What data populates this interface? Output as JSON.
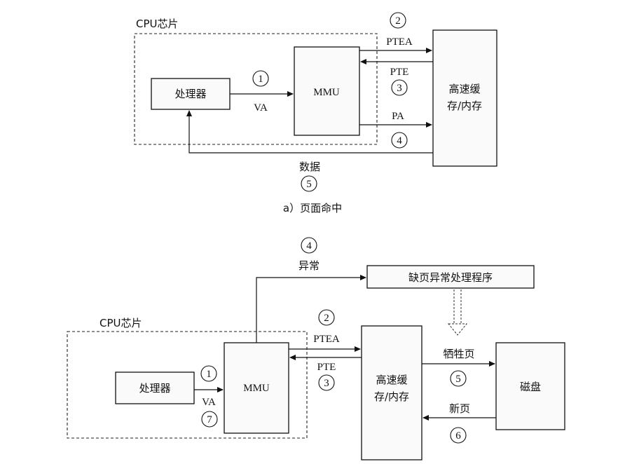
{
  "part_a": {
    "chip_label": "CPU芯片",
    "processor": "处理器",
    "mmu": "MMU",
    "cache": [
      "高速缓",
      "存/内存"
    ],
    "va": "VA",
    "ptea": "PTEA",
    "pte": "PTE",
    "pa": "PA",
    "data": "数据",
    "steps": [
      "1",
      "2",
      "3",
      "4",
      "5"
    ],
    "caption": "a）页面命中"
  },
  "part_b": {
    "chip_label": "CPU芯片",
    "processor": "处理器",
    "mmu": "MMU",
    "cache": [
      "高速缓",
      "存/内存"
    ],
    "va": "VA",
    "ptea": "PTEA",
    "pte": "PTE",
    "exception": "异常",
    "handler": "缺页异常处理程序",
    "victim": "牺牲页",
    "new_page": "新页",
    "disk": "磁盘",
    "steps": [
      "1",
      "2",
      "3",
      "4",
      "5",
      "6",
      "7"
    ]
  }
}
